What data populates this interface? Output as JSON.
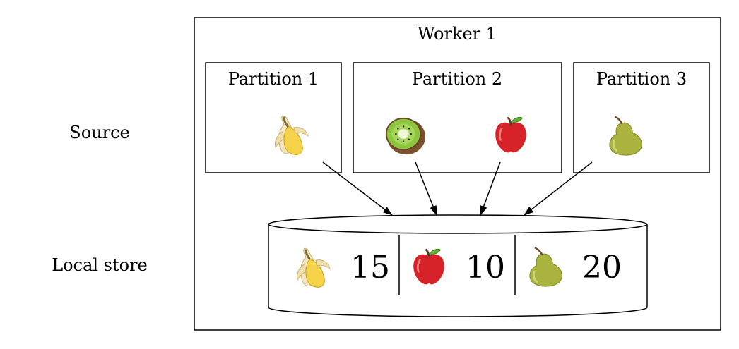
{
  "row_labels": {
    "source": "Source",
    "local_store": "Local store"
  },
  "worker": {
    "title": "Worker 1",
    "partitions": [
      {
        "label": "Partition 1",
        "items": [
          "banana"
        ]
      },
      {
        "label": "Partition 2",
        "items": [
          "kiwi",
          "apple"
        ]
      },
      {
        "label": "Partition 3",
        "items": [
          "pear"
        ]
      }
    ]
  },
  "local_store": {
    "entries": [
      {
        "fruit": "banana",
        "count": "15"
      },
      {
        "fruit": "apple",
        "count": "10"
      },
      {
        "fruit": "pear",
        "count": "20"
      }
    ]
  },
  "icons": {
    "banana": "banana-icon",
    "kiwi": "kiwi-icon",
    "apple": "apple-icon",
    "pear": "pear-icon"
  },
  "colors": {
    "stroke": "#000000",
    "background": "#ffffff",
    "banana": "#f4d34a",
    "kiwi_skin": "#7a5230",
    "kiwi_flesh": "#8cc63f",
    "apple": "#d8222a",
    "pear": "#a9b33d"
  }
}
